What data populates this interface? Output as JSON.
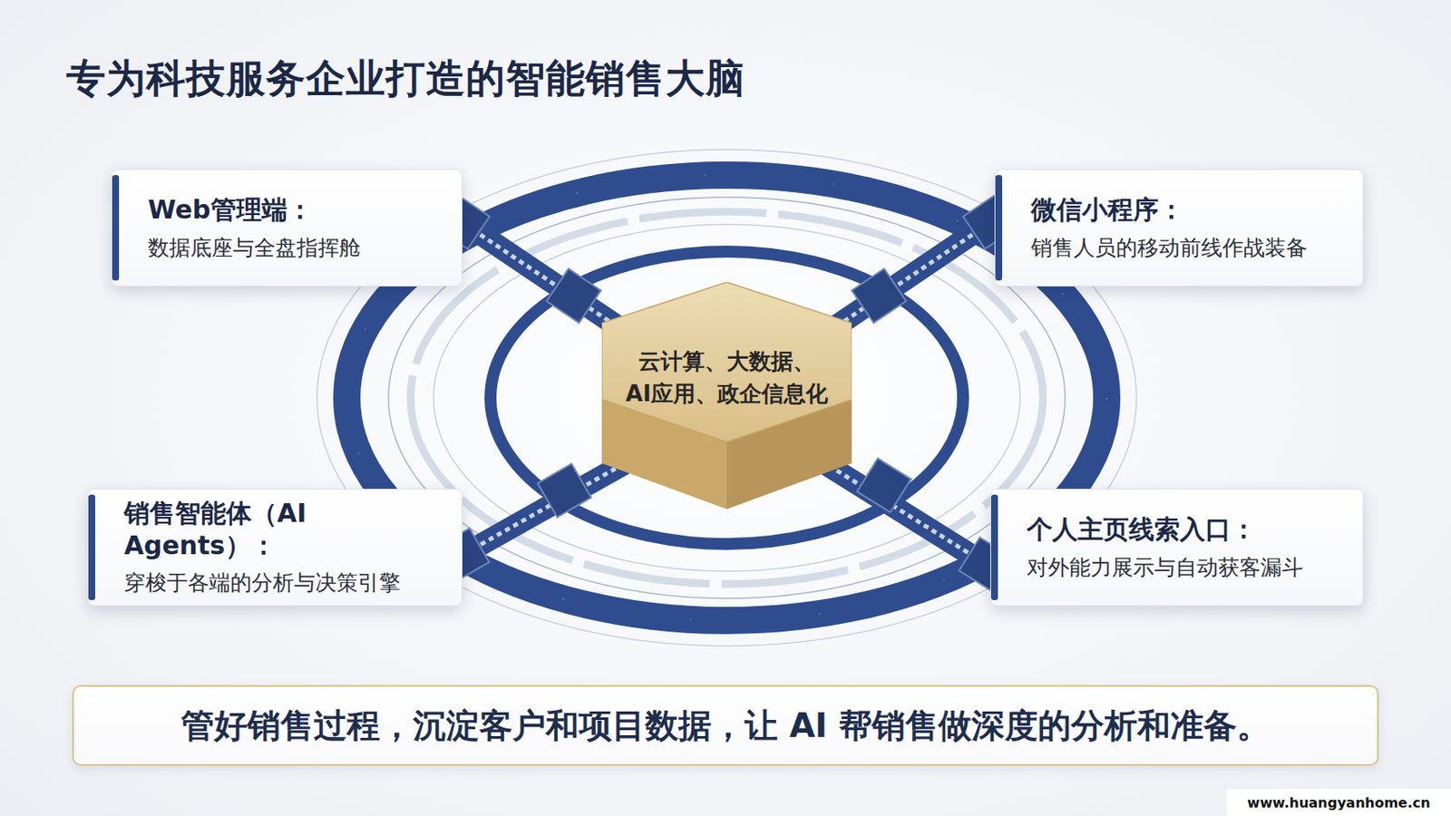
{
  "diagram": {
    "title": "专为科技服务企业打造的智能销售大脑",
    "nodes": [
      {
        "text": [
          "Web管理端：",
          "数据底座与全盘指挥舱"
        ]
      },
      {
        "text": [
          "微信小程序：",
          "销售人员的移动前线作战装备"
        ]
      },
      {
        "text": [
          "云计算、大数据、 AI应用、政企信息化"
        ]
      },
      {
        "text": [
          "销售智能体（AI Agents）：",
          "穿梭于各端的分析与决策引擎"
        ]
      },
      {
        "text": [
          "个人主页线索入口：",
          "对外能力展示与自动获客漏斗"
        ]
      },
      {
        "text": [
          "管好销售过程，沉淀客户和项目数据，让 AI 帮销售做深度的分析和准备。"
        ]
      }
    ],
    "labels": [
      "www.huangyanhome.cn"
    ]
  }
}
